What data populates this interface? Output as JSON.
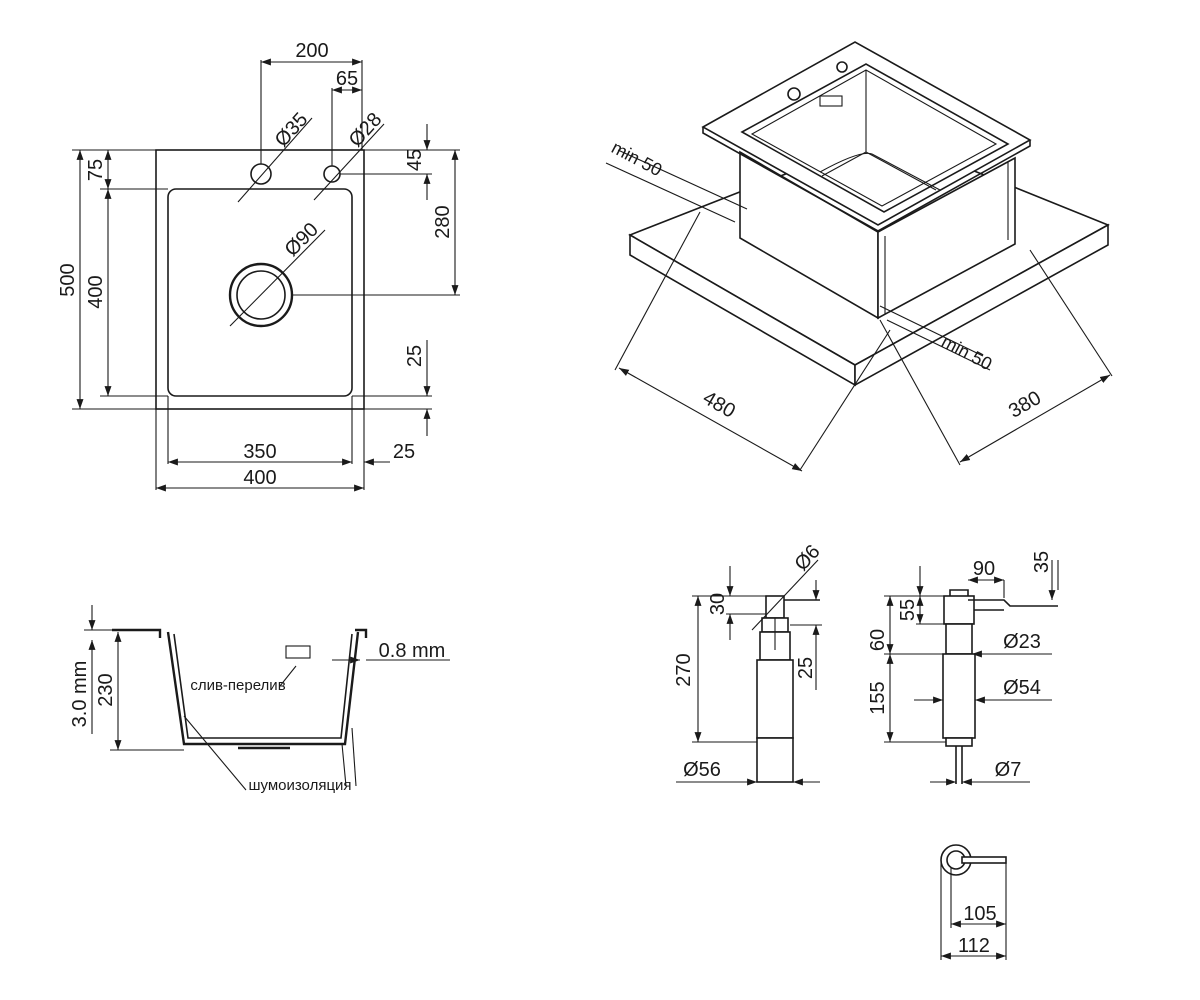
{
  "top_view": {
    "dim_200": "200",
    "dim_65": "65",
    "dim_d35": "Ø35",
    "dim_d28": "Ø28",
    "dim_75": "75",
    "dim_45": "45",
    "dim_280": "280",
    "dim_d90": "Ø90",
    "dim_500": "500",
    "dim_400_vertical": "400",
    "dim_25_right": "25",
    "dim_350": "350",
    "dim_25_bottom": "25",
    "dim_400_bottom": "400"
  },
  "iso_view": {
    "min_50_left": "min 50",
    "min_50_right": "min 50",
    "dim_480": "480",
    "dim_380": "380"
  },
  "section_view": {
    "dim_3mm": "3.0 mm",
    "dim_230": "230",
    "dim_08mm": "0.8 mm",
    "label_overflow": "слив-перелив",
    "label_insulation": "шумоизоляция"
  },
  "dispenser_a": {
    "dim_d6": "Ø6",
    "dim_30": "30",
    "dim_270": "270",
    "dim_25": "25",
    "dim_d56": "Ø56"
  },
  "dispenser_b": {
    "dim_90": "90",
    "dim_35": "35",
    "dim_55": "55",
    "dim_60": "60",
    "dim_d23": "Ø23",
    "dim_155": "155",
    "dim_d54": "Ø54",
    "dim_d7": "Ø7"
  },
  "dispenser_top": {
    "dim_105": "105",
    "dim_112": "112"
  }
}
